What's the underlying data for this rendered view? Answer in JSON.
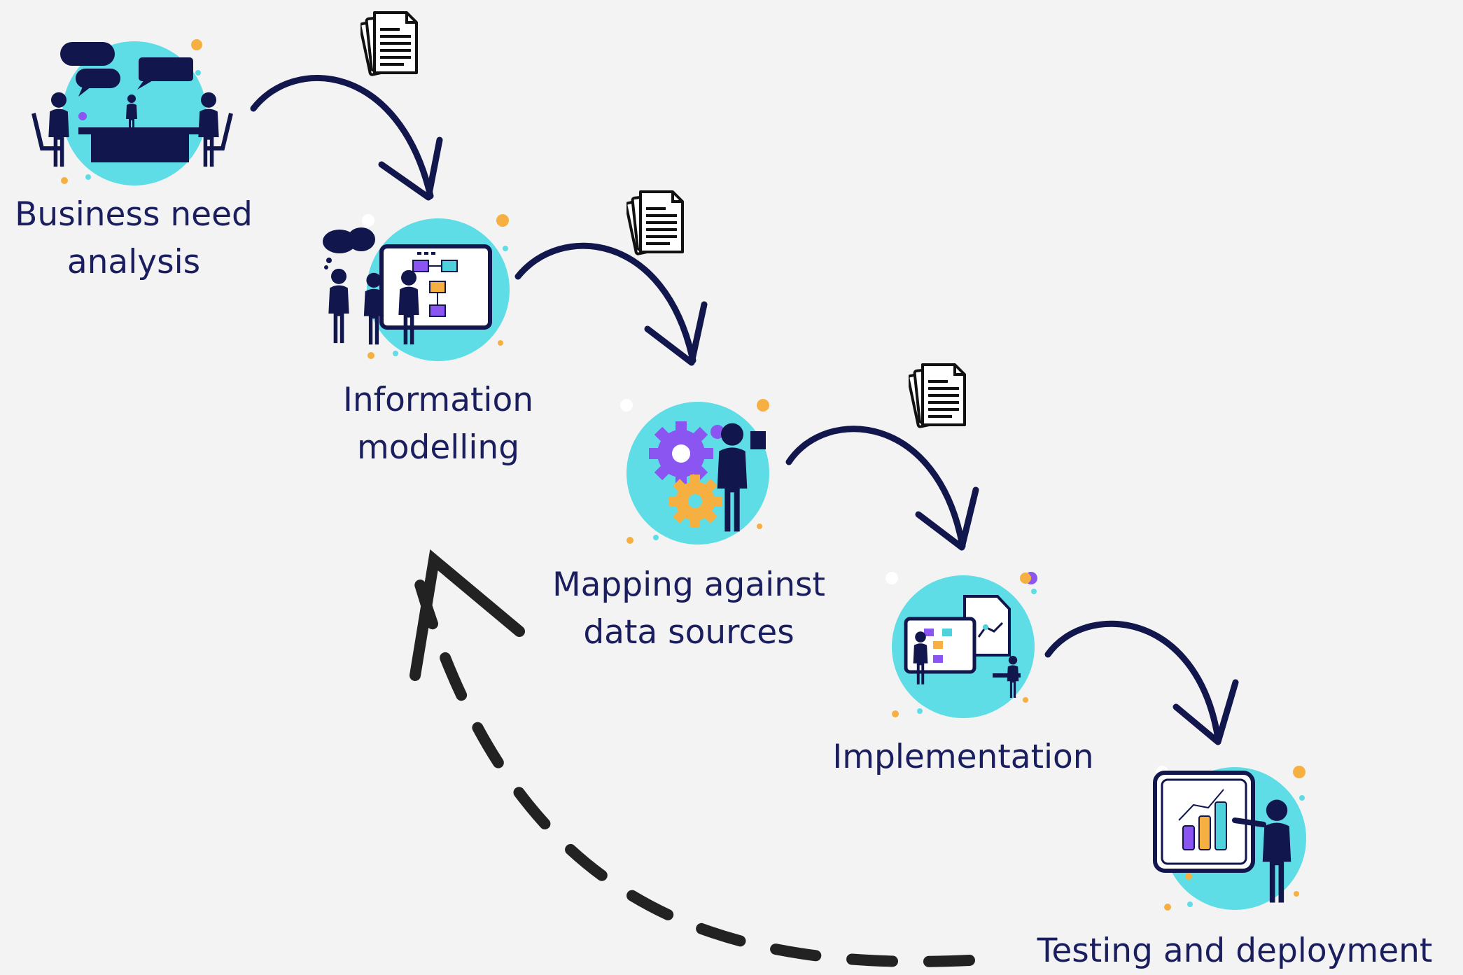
{
  "steps": [
    {
      "id": "business-need-analysis",
      "label_lines": [
        "Business need",
        "analysis"
      ]
    },
    {
      "id": "information-modelling",
      "label_lines": [
        "Information",
        "modelling"
      ]
    },
    {
      "id": "mapping-against-data-sources",
      "label_lines": [
        "Mapping against",
        "data sources"
      ]
    },
    {
      "id": "implementation",
      "label_lines": [
        "Implementation"
      ]
    },
    {
      "id": "testing-and-deployment",
      "label_lines": [
        "Testing and deployment"
      ]
    }
  ],
  "colors": {
    "background": "#f3f3f3",
    "text": "#1a1d5e",
    "circle": "#5fdde6",
    "navy": "#11164d",
    "purple": "#8a55f0",
    "orange": "#f5b041",
    "cyan": "#4fd1dc",
    "dashed_arrow": "#222222"
  },
  "icons": {
    "step_illustrations": [
      "meeting-icon",
      "whiteboard-team-icon",
      "gears-person-icon",
      "implementation-screens-icon",
      "presentation-chart-icon"
    ],
    "connector": "document-stack-icon"
  }
}
